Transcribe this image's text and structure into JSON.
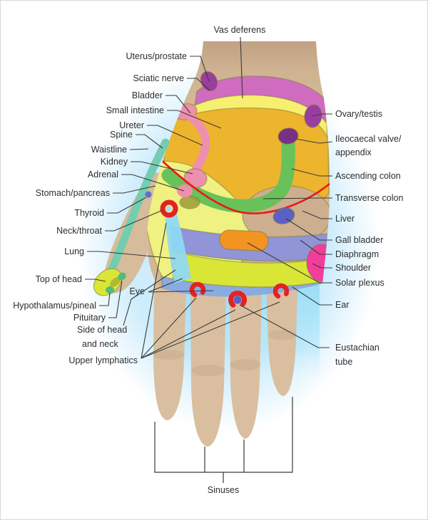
{
  "labels": {
    "vas_deferens": {
      "text": "Vas deferens"
    },
    "uterus_prostate": {
      "text": "Uterus/prostate"
    },
    "sciatic_nerve": {
      "text": "Sciatic nerve"
    },
    "bladder": {
      "text": "Bladder"
    },
    "small_intestine": {
      "text": "Small intestine"
    },
    "ureter": {
      "text": "Ureter"
    },
    "spine": {
      "text": "Spine"
    },
    "waistline": {
      "text": "Waistline"
    },
    "kidney": {
      "text": "Kidney"
    },
    "adrenal": {
      "text": "Adrenal"
    },
    "stomach_pancreas": {
      "text": "Stomach/pancreas"
    },
    "thyroid": {
      "text": "Thyroid"
    },
    "neck_throat": {
      "text": "Neck/throat"
    },
    "lung": {
      "text": "Lung"
    },
    "top_of_head": {
      "text": "Top of head"
    },
    "hypothalamus_pineal": {
      "text": "Hypothalamus/pineal"
    },
    "pituitary": {
      "text": "Pituitary"
    },
    "side_of_head_neck": {
      "line1": "Side of head",
      "line2": "and neck"
    },
    "eye": {
      "text": "Eye"
    },
    "upper_lymphatics": {
      "text": "Upper lymphatics"
    },
    "sinuses": {
      "text": "Sinuses"
    },
    "ovary_testis": {
      "text": "Ovary/testis"
    },
    "ileocaecal_valve_appendix": {
      "line1": "Ileocaecal valve/",
      "line2": "appendix"
    },
    "ascending_colon": {
      "text": "Ascending colon"
    },
    "transverse_colon": {
      "text": "Transverse colon"
    },
    "liver": {
      "text": "Liver"
    },
    "gall_bladder": {
      "text": "Gall bladder"
    },
    "diaphragm": {
      "text": "Diaphragm"
    },
    "shoulder": {
      "text": "Shoulder"
    },
    "solar_plexus": {
      "text": "Solar plexus"
    },
    "ear": {
      "text": "Ear"
    },
    "eustachian_tube": {
      "line1": "Eustachian",
      "line2": "tube"
    }
  },
  "colors": {
    "skin": "#d6bb9a",
    "skin_wrist": "#c3a687",
    "skin_finger": "#d9bf9f",
    "glow_blue": "#c4e9fb",
    "lymph_cyan": "#8ed9f5",
    "vas_deferens_band": "#cf6cc0",
    "uterus_ovary_purple": "#9a3da0",
    "sciatic_yellow": "#f7ef6f",
    "small_intestine_gold": "#edb42d",
    "urinary_pink": "#ef8fae",
    "colon_green": "#69c15a",
    "ileocaecal_purple": "#7a2f86",
    "waistline_red": "#ee1515",
    "spine_teal": "#74cdb0",
    "stomach_pale_yellow": "#eff181",
    "liver_tan": "#cdaf90",
    "gall_bladder_blue": "#5c60c4",
    "diaphragm_lavender": "#9194d6",
    "solar_plexus_orange": "#f29422",
    "lung_chartreuse": "#d9e636",
    "shoulder_pink": "#f23d9b",
    "eye_ear_band_blue": "#8aabdf",
    "point_red": "#e32222",
    "head_zone_green": "#4fbd7d",
    "thyroid_blue": "#676bce",
    "adrenal_olive": "#9f9c38",
    "border": "#d9d9d9"
  }
}
